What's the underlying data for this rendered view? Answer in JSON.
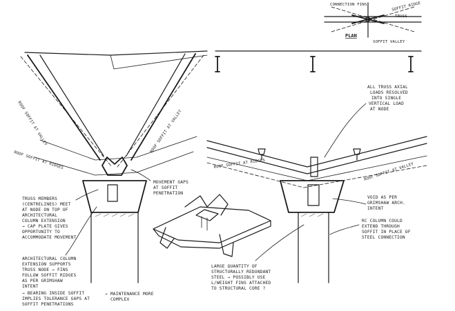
{
  "plan": {
    "title": "PLAN",
    "labels": {
      "connection_fins": "CONNECTION FINS",
      "soffit_ridge": "SOFFIT RIDGE",
      "truss": "TRUSS",
      "soffit_valley": "SOFFIT VALLEY"
    }
  },
  "left_elevation": {
    "labels": {
      "roof_soffit_at_valley": "ROOF SOFFIT AT VALLEY",
      "roof_soffit_at_valley_2": "ROOF SOFFIT AT VALLEY",
      "roof_soffit_at_ridges": "ROOF SOFFIT AT RIDGES"
    },
    "note_truss_members": [
      "TRUSS MEMBERS",
      "(CENTRELINES) MEET",
      "AT NODE ON TOP OF",
      "ARCHITECTURAL",
      "COLUMN EXTENSION",
      "→ CAP PLATE GIVES",
      "OPPORTUNITY TO",
      "ACCOMMODATE MOVEMENT"
    ],
    "note_movement_gaps": [
      "MOVEMENT GAPS",
      "AT SOFFIT",
      "PENETRATION"
    ],
    "note_column_extension": [
      "ARCHITECTURAL COLUMN",
      "EXTENSION SUPPORTS",
      "TRUSS NODE → FINS",
      "FOLLOW SOFFIT RIDGES",
      "AS PER GRIMSHAW",
      "INTENT",
      "→ BEARING INSIDE SOFFIT",
      "IMPLIES TOLERANCE GAPS AT",
      "SOFFIT PENETRATIONS"
    ],
    "note_maintenance": [
      "→ MAINTENANCE MORE",
      "COMPLEX"
    ]
  },
  "right_elevation": {
    "labels": {
      "roof_soffit_at_valley": "ROOF SOFFIT AT VALLEY",
      "roof_soffit_at_ridges": "ROOF SOFFIT AT RIDGES"
    },
    "note_axial_loads": [
      "ALL TRUSS AXIAL",
      "LOADS RESOLVED",
      "INTO SINGLE",
      "VERTICAL LOAD",
      "AT NODE"
    ],
    "note_void": [
      "VOID AS PER",
      "GRIMSHAW ARCH.",
      "INTENT"
    ],
    "note_rc_column": [
      "RC COLUMN COULD",
      "EXTEND THROUGH",
      "SOFFIT IN PLACE OF",
      "STEEL CONNECTION"
    ],
    "note_steel": [
      "LARGE QUANTITY OF",
      "STRUCTURALLY REDUNDANT",
      "STEEL → POSSIBLY USE",
      "L/WEIGHT FINS ATTACHED",
      "TO STRUCTURAL CORE ?"
    ]
  }
}
